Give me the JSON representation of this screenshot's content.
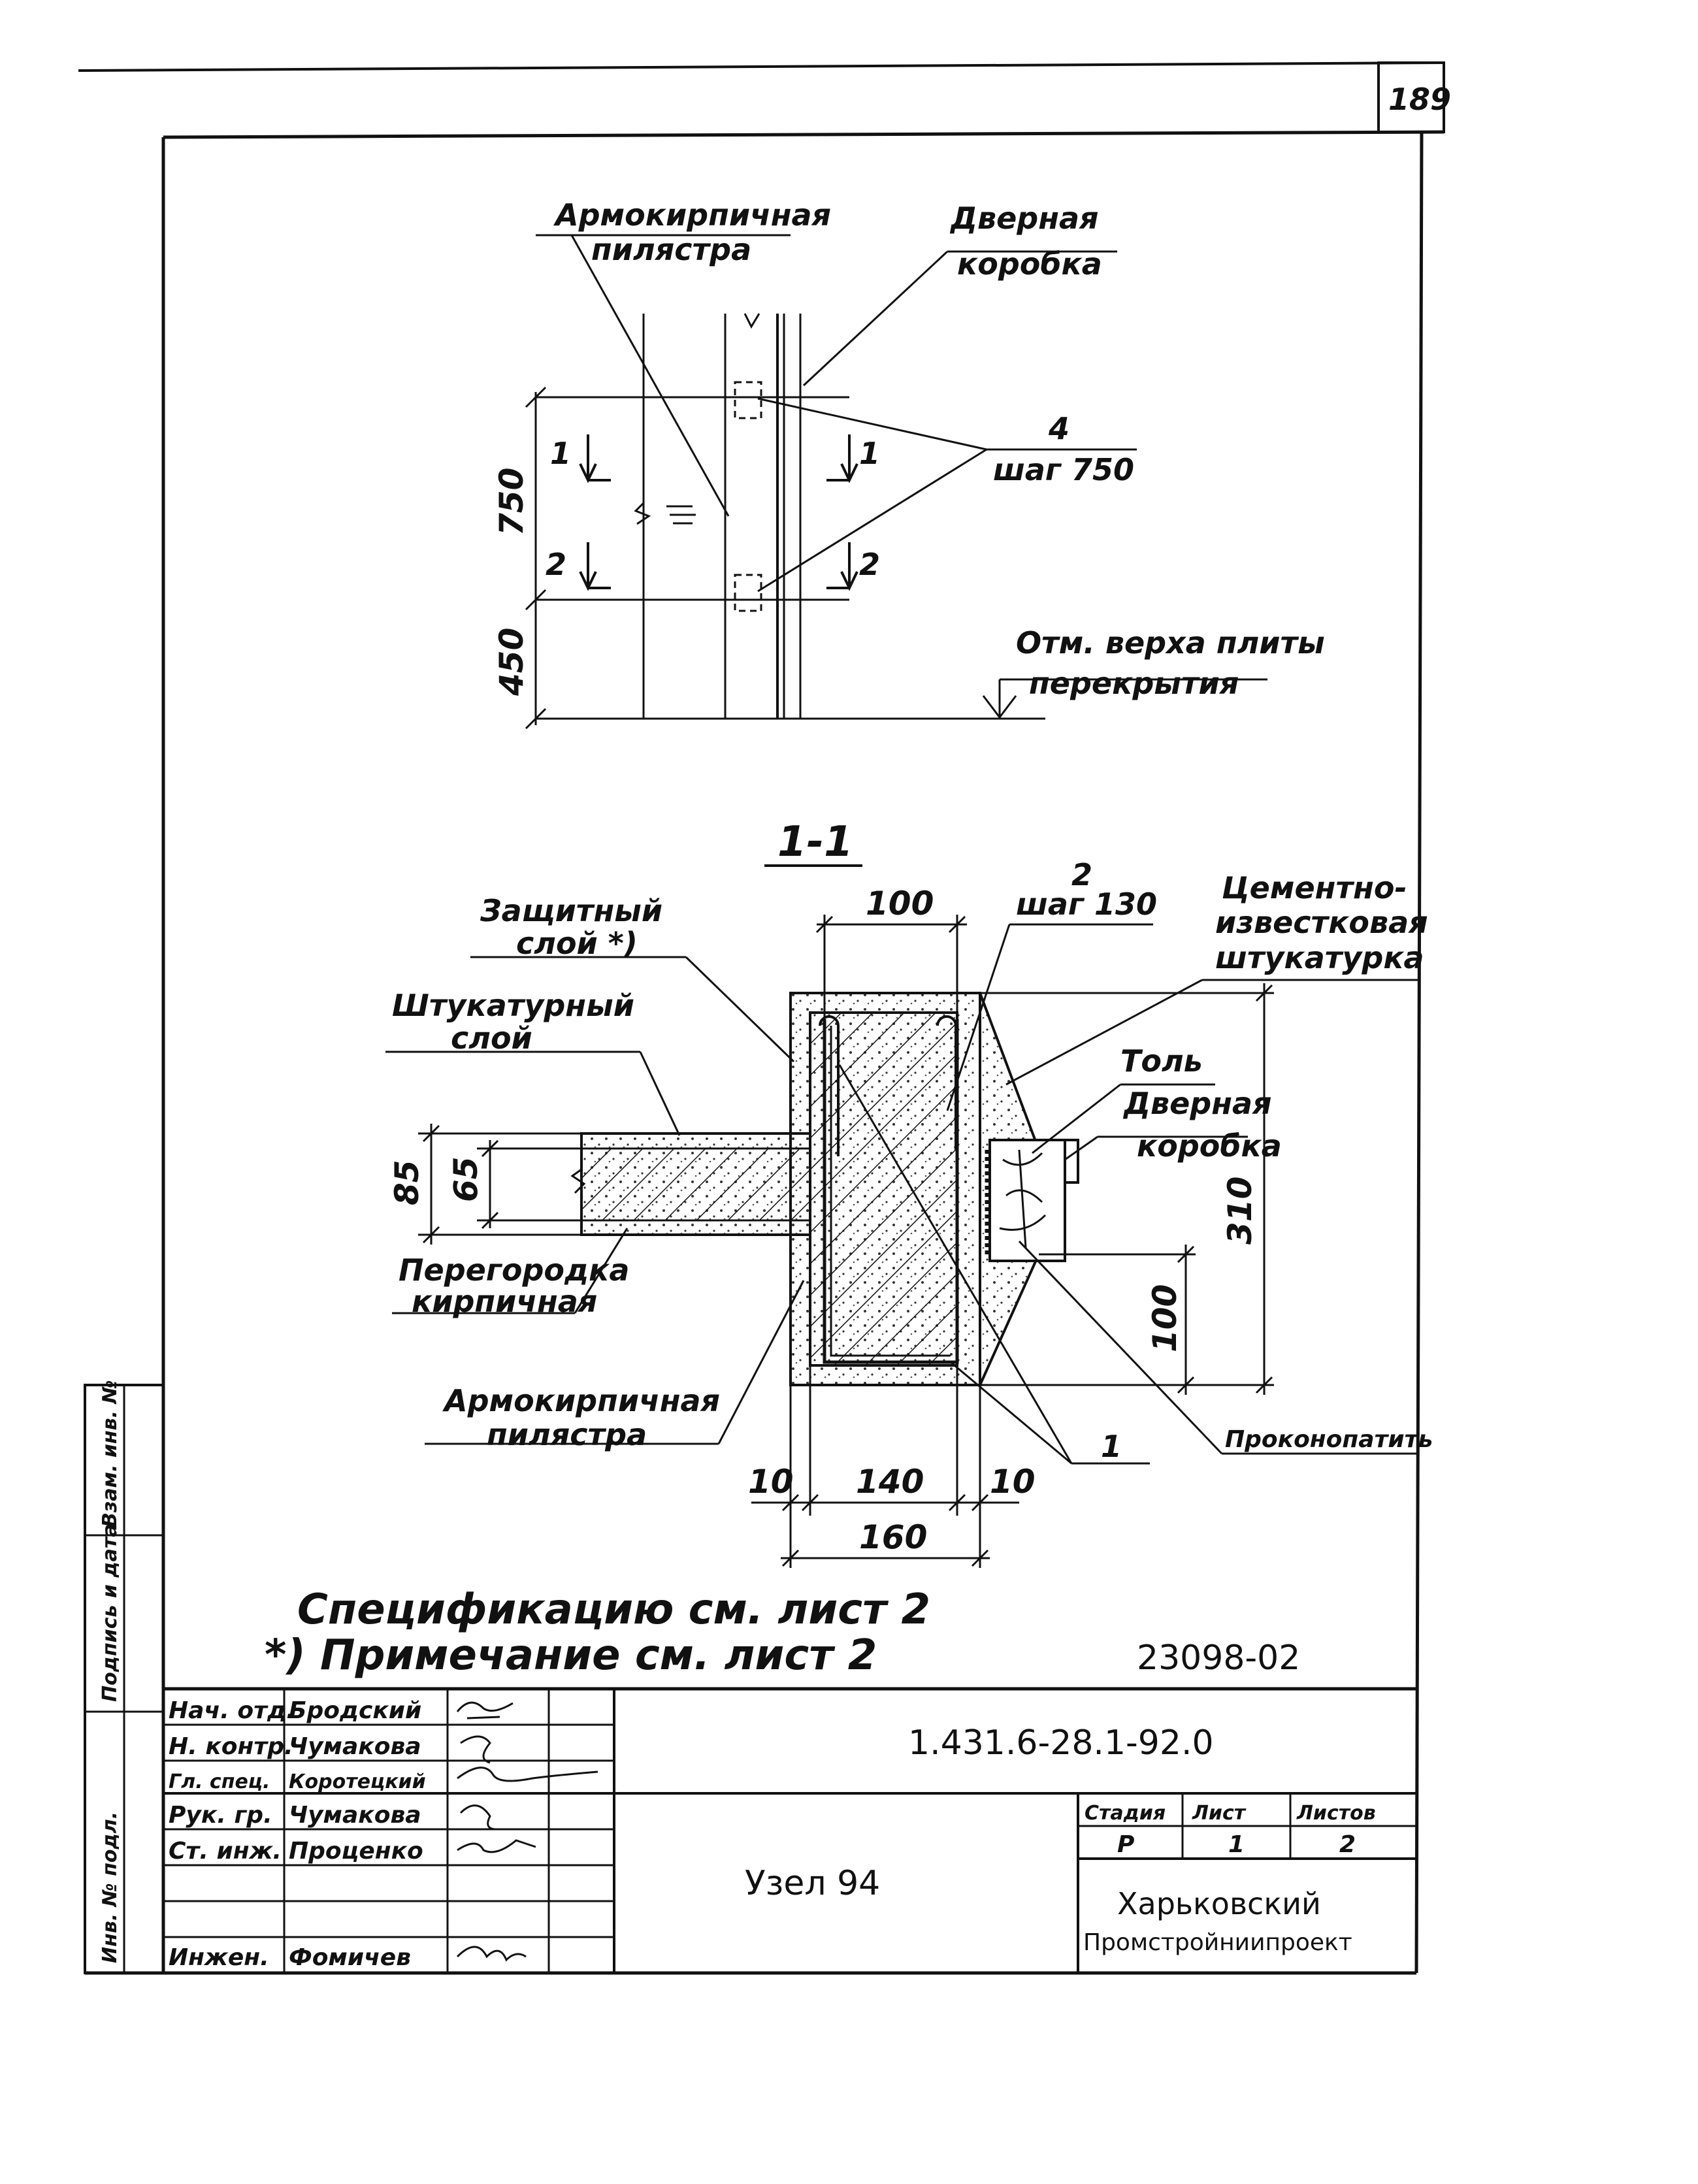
{
  "sheet": {
    "page_number": "189",
    "stamp_number": "23098-02"
  },
  "elevation": {
    "pilaster_label": [
      "Армокирпичная",
      "пилястра"
    ],
    "door_frame_label": [
      "Дверная",
      "коробка"
    ],
    "anchor_mark": "4",
    "anchor_step": "шаг 750",
    "section_mark_1": "1",
    "section_mark_2": "2",
    "dim_750": "750",
    "dim_450": "450",
    "slab_level_label": [
      "Отм. верха плиты",
      "перекрытия"
    ]
  },
  "section": {
    "title": "1-1",
    "protective_layer": [
      "Защитный",
      "слой *)"
    ],
    "rebar_2": "2",
    "rebar_step": "шаг 130",
    "cement_plaster": [
      "Цементно-",
      "известковая",
      "штукатурка"
    ],
    "plaster_layer": [
      "Штукатурный",
      "слой"
    ],
    "tol_label": "Толь",
    "door_frame_label": [
      "Дверная",
      "коробка"
    ],
    "partition_label": [
      "Перегородка",
      "кирпичная"
    ],
    "pilaster_label": [
      "Армокирпичная",
      "пилястра"
    ],
    "rebar_1": "1",
    "caulk_label": "Проконопатить",
    "dims": {
      "d100_top": "100",
      "d85": "85",
      "d65": "65",
      "d310": "310",
      "d100_right": "100",
      "d10_left": "10",
      "d140": "140",
      "d10_right": "10",
      "d160": "160"
    }
  },
  "notes": {
    "spec_note": "Спецификацию см. лист 2",
    "footnote": "*) Примечание см. лист 2"
  },
  "title_block": {
    "roles": [
      "Нач. отд.",
      "Н. контр.",
      "Гл. спец.",
      "Рук. гр.",
      "Ст. инж.",
      "",
      "Инжен."
    ],
    "names": [
      "Бродский",
      "Чумакова",
      "Коротецкий",
      "Чумакова",
      "Проценко",
      "",
      "Фомичев"
    ],
    "document_code": "1.431.6-28.1-92.0",
    "drawing_title": "Узел 94",
    "stage_header": "Стадия",
    "sheet_header": "Лист",
    "sheets_header": "Листов",
    "stage_value": "Р",
    "sheet_value": "1",
    "sheets_value": "2",
    "organization": [
      "Харьковский",
      "Промстройниипроект"
    ]
  },
  "side_stamp": {
    "fields": [
      "Инв. № подл.",
      "Подпись и дата",
      "Взам. инв. №"
    ]
  }
}
